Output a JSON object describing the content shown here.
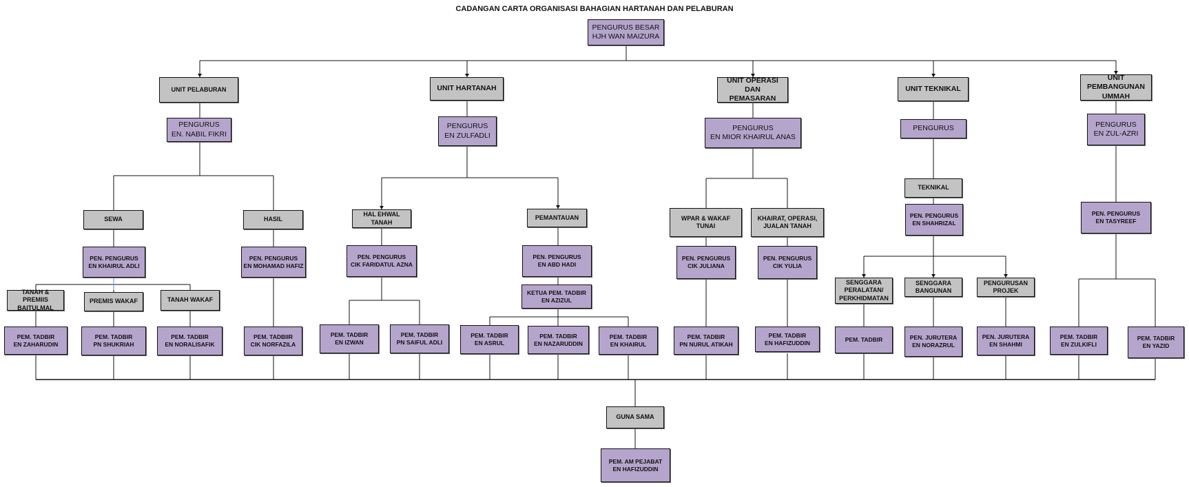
{
  "title": "CADANGAN CARTA ORGANISASI BAHAGIAN HARTANAH DAN PELABURAN",
  "colors": {
    "unit": "#c3c3c3",
    "person": "#b5a5cc",
    "line": "#111111"
  },
  "top": "PENGURUS BESAR\nHJH WAN MAIZURA",
  "units": {
    "pelaburan": {
      "name": "UNIT PELABURAN",
      "manager": "PENGURUS\nEN. NABIL FIKRI",
      "sewa": "SEWA",
      "sewa_pen": "PEN. PENGURUS\nEN KHAIRUL ADLI",
      "tanah_premis": "TANAH & PREMIIS\nBAITULMAL",
      "premis_wakaf": "PREMIS WAKAF",
      "tanah_wakaf": "TANAH WAKAF",
      "tadbir_zaharudin": "PEM. TADBIR\nEN ZAHARUDIN",
      "tadbir_shukriah": "PEM. TADBIR\nPN SHUKRIAH",
      "tadbir_noralisafik": "PEM. TADBIR\nEN NORALISAFIK",
      "hasil": "HASIL",
      "hasil_pen": "PEN. PENGURUS\nEN MOHAMAD HAFIZ",
      "tadbir_norfazila": "PEM. TADBIIR\nCIK NORFAZILA"
    },
    "hartanah": {
      "name": "UNIT HARTANAH",
      "manager": "PENGURUS\nEN ZULFADLI",
      "hal_ehwal": "HAL EHWAL TANAH",
      "hal_pen": "PEN. PENGURUS\nCIK FARIDATUL AZNA",
      "tadbir_izwan": "PEM. TADBIR\nEN IZWAN",
      "tadbir_saiful": "PEM. TADBIR\nPN SAIFUL ADLI",
      "pemantauan": "PEMANTAUAN",
      "pemantauan_pen": "PEN. PENGURUS\nEN ABD HADI",
      "ketua": "KETUA PEM. TADBIR\nEN AZIZUL",
      "tadbir_asrul": "PEM. TADBIR\nEN ASRUL",
      "tadbir_nazaruddin": "PEM. TADBIR\nEN NAZARUDDIN",
      "tadbir_khairul": "PEM. TADBIR\nEN KHAIRUL"
    },
    "operasi": {
      "name": "UNIT OPERASI DAN\nPEMASARAN",
      "manager": "PENGURUS\nEN MIOR KHAIRUL ANAS",
      "wpar": "WPAR & WAKAF TUNAI",
      "wpar_pen": "PEN. PENGURUS\nCIK JULIANA",
      "tadbir_nurul": "PEM. TADBIR\nPN NURUL ATIKAH",
      "khairat": "KHAIRAT, OPERASI,\nJUALAN TANAH",
      "khairat_pen": "PEN. PENGURUS\nCIK YULIA",
      "tadbir_hafizuddin": "PEM. TADBIR\nEN HAFIZUDDIN"
    },
    "teknikal": {
      "name": "UNIT TEKNIKAL",
      "manager": "PENGURUS",
      "teknikal": "TEKNIKAL",
      "pen": "PEN. PENGURUS\nEN SHAHRIZAL",
      "senggara_peralatan": "SENGGARA\nPERALATAN/\nPERKHIDMATAN",
      "senggara_bangunan": "SENGGARA\nBANGUNAN",
      "pengurusan_projek": "PENGURUSAN\nPROJEK",
      "tadbir": "PEM. TADBIR",
      "jurutera_norazrul": "PEN. JURUTERA\nEN NORAZRUL",
      "jurutera_shahmi": "PEN. JURUTERA\nEN SHAHMI"
    },
    "ummah": {
      "name": "UNIT PEMBANGUNAN\nUMMAH",
      "manager": "PENGURUS\nEN ZUL-AZRI",
      "pen": "PEN. PENGURUS\nEN TASYREEF",
      "tadbir_zulkifli": "PEM. TADBIR\nEN ZULKIFLI",
      "tadbir_yazid": "PEM. TADBIR\nEN YAZID"
    }
  },
  "guna_sama": "GUNA SAMA",
  "guna_sama_staff": "PEM. AM PEJABAT\nEN HAFIZUDDIN"
}
